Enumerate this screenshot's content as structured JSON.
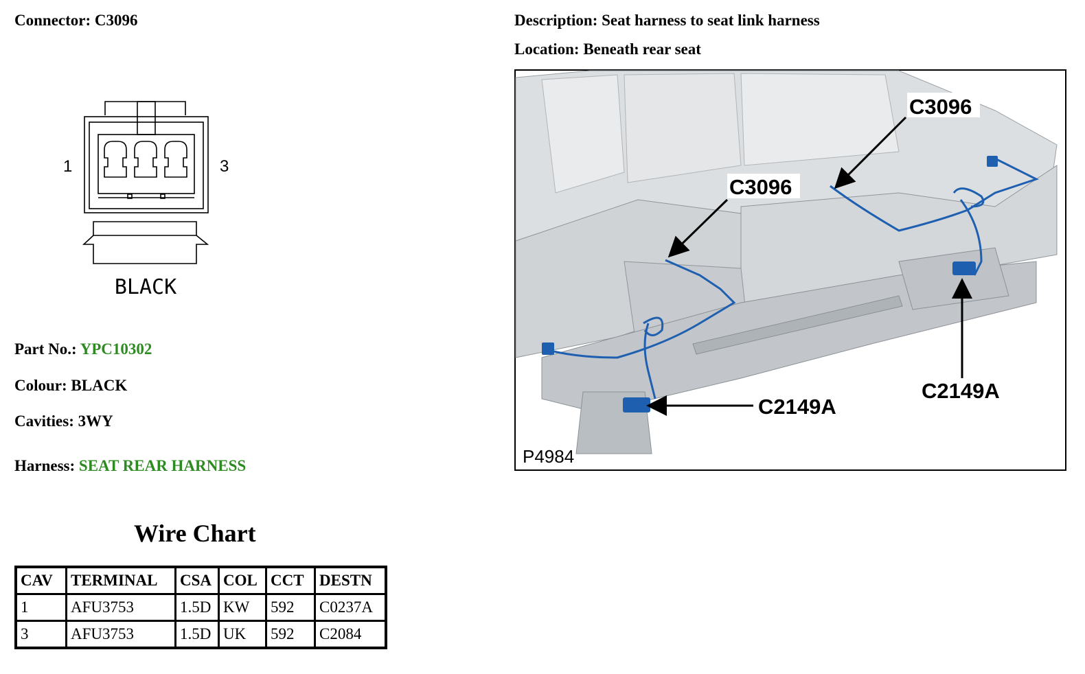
{
  "connector": {
    "label": "Connector:",
    "value": "C3096"
  },
  "description": {
    "label": "Description:",
    "value": "Seat harness to seat link harness"
  },
  "location": {
    "label": "Location:",
    "value": "Beneath rear seat"
  },
  "drawing": {
    "pin_left": "1",
    "pin_right": "3",
    "colour_caption": "BLACK"
  },
  "part_no": {
    "label": "Part No.:",
    "value": "YPC10302"
  },
  "colour": {
    "label": "Colour:",
    "value": "BLACK"
  },
  "cavities": {
    "label": "Cavities:",
    "value": "3WY"
  },
  "harness": {
    "label": "Harness:",
    "value": "SEAT REAR HARNESS"
  },
  "locator": {
    "callout_c3096_a": "C3096",
    "callout_c3096_b": "C3096",
    "callout_c2149a_a": "C2149A",
    "callout_c2149a_b": "C2149A",
    "figure_id": "P4984"
  },
  "wire_chart": {
    "title": "Wire Chart",
    "headers": [
      "CAV",
      "TERMINAL",
      "CSA",
      "COL",
      "CCT",
      "DESTN"
    ],
    "rows": [
      [
        "1",
        "AFU3753",
        "1.5D",
        "KW",
        "592",
        "C0237A"
      ],
      [
        "3",
        "AFU3753",
        "1.5D",
        "UK",
        "592",
        "C2084"
      ]
    ]
  },
  "colors": {
    "link_green": "#2e8b22",
    "harness_blue": "#1f5fb0"
  }
}
